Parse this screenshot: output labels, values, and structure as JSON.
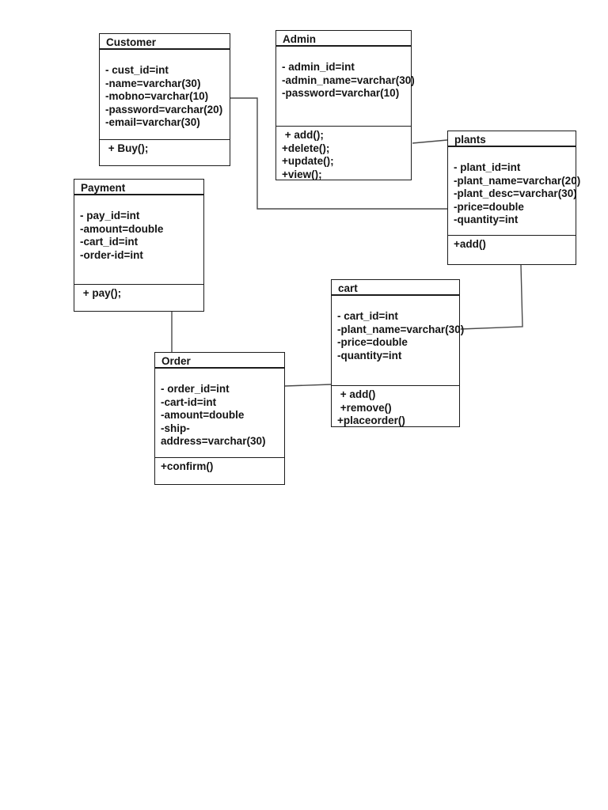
{
  "diagram": {
    "type": "uml-class-diagram",
    "classes": [
      {
        "name": "Customer",
        "attributes": [
          "- cust_id=int",
          "-name=varchar(30)",
          "-mobno=varchar(10)",
          "-password=varchar(20)",
          "-email=varchar(30)"
        ],
        "methods": [
          " + Buy();"
        ]
      },
      {
        "name": "Admin",
        "attributes": [
          "- admin_id=int",
          "-admin_name=varchar(30)",
          "-password=varchar(10)"
        ],
        "methods": [
          " + add();",
          "+delete();",
          "+update();",
          "+view();"
        ]
      },
      {
        "name": "plants",
        "attributes": [
          "- plant_id=int",
          "-plant_name=varchar(20)",
          "-plant_desc=varchar(30)",
          "-price=double",
          "-quantity=int"
        ],
        "methods": [
          "+add()"
        ]
      },
      {
        "name": "Payment",
        "attributes": [
          "- pay_id=int",
          "-amount=double",
          "-cart_id=int",
          "-order-id=int"
        ],
        "methods": [
          " + pay();"
        ]
      },
      {
        "name": "cart",
        "attributes": [
          "- cart_id=int",
          "-plant_name=varchar(30)",
          "-price=double",
          "-quantity=int"
        ],
        "methods": [
          " + add()",
          " +remove()",
          "+placeorder()"
        ]
      },
      {
        "name": "Order",
        "attributes": [
          "- order_id=int",
          "-cart-id=int",
          "-amount=double",
          "-ship-",
          "address=varchar(30)"
        ],
        "methods": [
          "+confirm()"
        ]
      }
    ],
    "connections": [
      {
        "from": "Customer",
        "to": "plants"
      },
      {
        "from": "Admin",
        "to": "plants"
      },
      {
        "from": "plants",
        "to": "cart"
      },
      {
        "from": "Payment",
        "to": "Order"
      },
      {
        "from": "Order",
        "to": "cart"
      }
    ],
    "colors": {
      "background": "#ffffff",
      "border": "#1c1c1c",
      "text": "#141414",
      "connector": "#4a4a4a"
    }
  }
}
